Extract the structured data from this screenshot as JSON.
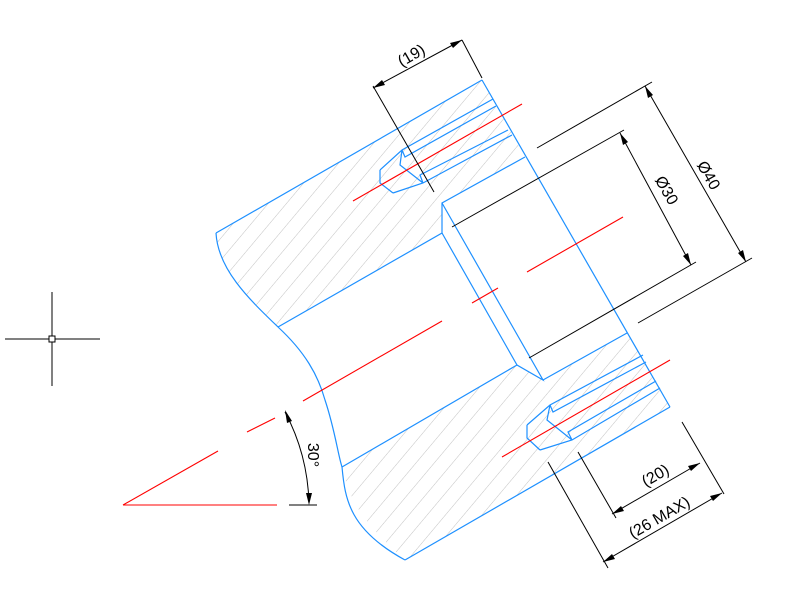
{
  "drawing": {
    "dimensions": {
      "counterbore_depth": "(19)",
      "outer_diameter": "Ø40",
      "inner_diameter": "Ø30",
      "hole_depth": "(20)",
      "max_depth": "(26 MAX)",
      "angle": "30°"
    },
    "colors": {
      "outline": "#1e90ff",
      "centerline": "#ff0000",
      "dimension": "#000000",
      "hatch": "#bbbbbb"
    }
  }
}
